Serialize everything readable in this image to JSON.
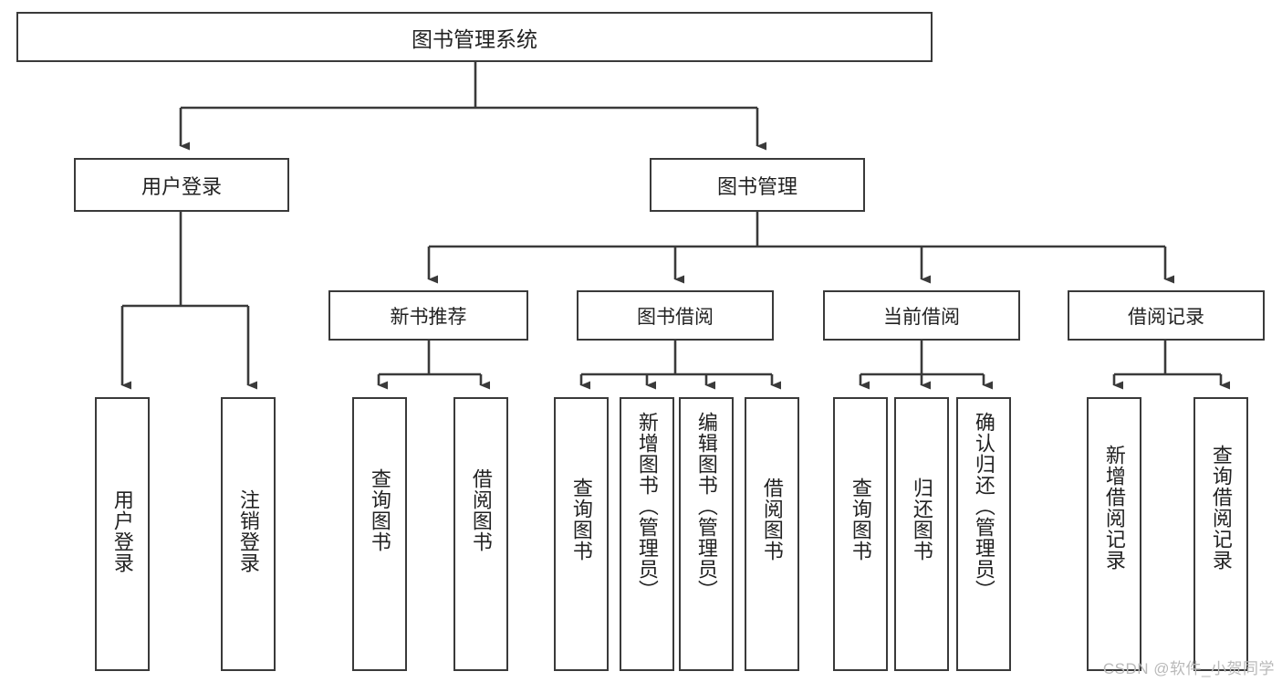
{
  "diagram": {
    "title": "图书管理系统",
    "type": "hierarchy-tree",
    "watermark": "CSDN @软件_小贺同学",
    "colors": {
      "stroke": "#3a3a3a",
      "fill": "#ffffff",
      "text": "#222222",
      "watermark": "#b9b9b9"
    },
    "root": {
      "label": "图书管理系统"
    },
    "level2": [
      {
        "label": "用户登录"
      },
      {
        "label": "图书管理"
      }
    ],
    "level3": [
      {
        "label": "新书推荐"
      },
      {
        "label": "图书借阅"
      },
      {
        "label": "当前借阅"
      },
      {
        "label": "借阅记录"
      }
    ],
    "leaves": {
      "user_login": [
        {
          "label": "用户登录"
        },
        {
          "label": "注销登录"
        }
      ],
      "new_book": [
        {
          "label": "查询图书"
        },
        {
          "label": "借阅图书"
        }
      ],
      "book_borrow": [
        {
          "label": "查询图书"
        },
        {
          "label": "新增图书（管理员）"
        },
        {
          "label": "编辑图书（管理员）"
        },
        {
          "label": "借阅图书"
        }
      ],
      "current_borrow": [
        {
          "label": "查询图书"
        },
        {
          "label": "归还图书"
        },
        {
          "label": "确认归还（管理员）"
        }
      ],
      "borrow_record": [
        {
          "label": "新增借阅记录"
        },
        {
          "label": "查询借阅记录"
        }
      ]
    }
  }
}
